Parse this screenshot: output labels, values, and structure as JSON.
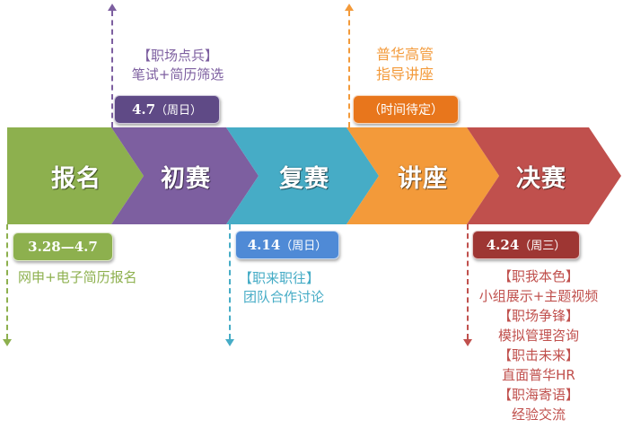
{
  "stages": [
    {
      "label": "报名",
      "color": "#8db04e"
    },
    {
      "label": "初赛",
      "color": "#7d5fa0"
    },
    {
      "label": "复赛",
      "color": "#46acc6"
    },
    {
      "label": "讲座",
      "color": "#f39a3a"
    },
    {
      "label": "决赛",
      "color": "#c0504d"
    }
  ],
  "signup": {
    "date": "3.28—4.7",
    "desc": "网申+电子简历报名"
  },
  "prelim": {
    "title": "【职场点兵】",
    "desc": "笔试+简历筛选",
    "date": "4.7",
    "weekday": "（周日）"
  },
  "semifinal": {
    "date": "4.14",
    "weekday": "（周日）",
    "title": "【职来职往】",
    "desc": "团队合作讨论"
  },
  "lecture": {
    "line1": "普华高管",
    "line2": "指导讲座",
    "date": "（时间待定）"
  },
  "final": {
    "date": "4.24",
    "weekday": "（周三）",
    "items": [
      "【职我本色】",
      "小组展示+主题视频",
      "【职场争锋】",
      "模拟管理咨询",
      "【职击未来】",
      "直面普华HR",
      "【职海寄语】",
      "经验交流"
    ]
  }
}
